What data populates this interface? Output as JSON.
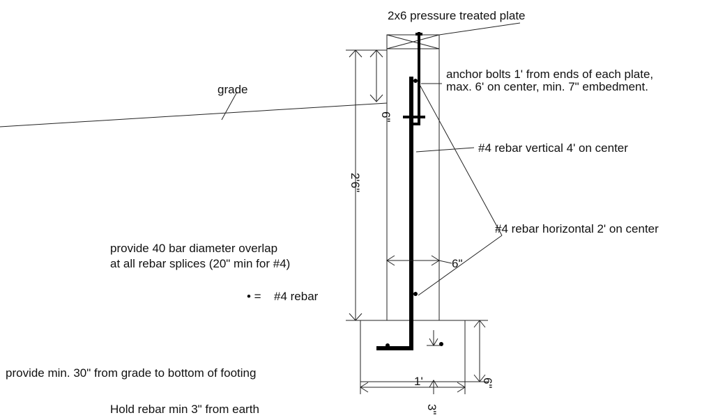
{
  "labels": {
    "plate": "2x6 pressure treated plate",
    "anchor_line1": "anchor bolts 1' from ends of each plate,",
    "anchor_line2": "max. 6' on center, min. 7\" embedment.",
    "grade": "grade",
    "vertical_rebar": "#4 rebar vertical 4' on center",
    "horizontal_rebar": "#4 rebar horizontal 2' on center",
    "overlap_line1": "provide 40 bar diameter overlap",
    "overlap_line2": "at all rebar splices (20\" min for #4)",
    "rebar_legend_symbol": "• =",
    "rebar_legend_text": "#4 rebar",
    "min_depth_note": "provide min. 30\" from grade to bottom of footing",
    "earth_note": "Hold rebar min 3\" from earth"
  },
  "dimensions": {
    "top_embed": "6\"",
    "wall_height": "2'6\"",
    "wall_width": "6\"",
    "footing_height": "6\"",
    "footing_width": "1'",
    "cover": "3\""
  }
}
